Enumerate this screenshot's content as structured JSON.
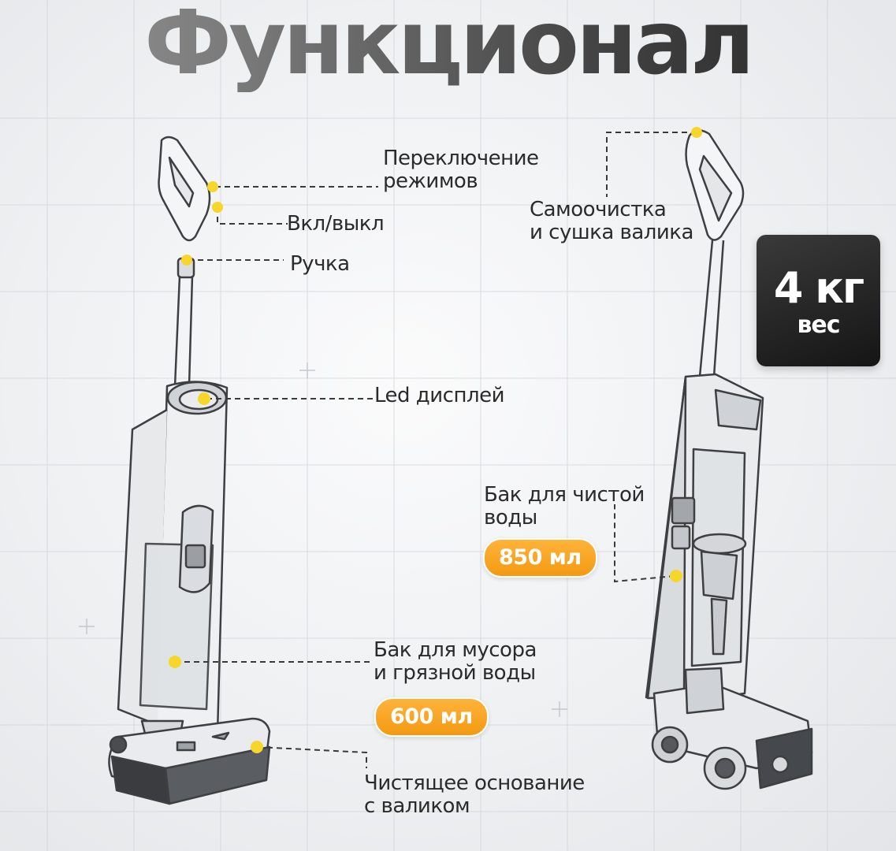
{
  "title": "Функционал",
  "weight_badge": {
    "value": "4 кг",
    "label": "вес"
  },
  "labels": {
    "mode_switch_1": "Переключение",
    "mode_switch_2": "режимов",
    "power": "Вкл/выкл",
    "handle": "Ручка",
    "led_display": "Led дисплей",
    "dirty_tank_1": "Бак для мусора",
    "dirty_tank_2": "и грязной воды",
    "base_1": "Чистящее основание",
    "base_2": "с валиком",
    "self_clean_1": "Самоочистка",
    "self_clean_2": "и сушка валика",
    "clean_tank_1": "Бак для чистой",
    "clean_tank_2": "воды"
  },
  "capacities": {
    "clean_water": "850 мл",
    "dirty_water": "600 мл"
  },
  "colors": {
    "accent": "#f5a623",
    "dot": "#f6d62a",
    "badge_bg": "#1c1c1c"
  }
}
